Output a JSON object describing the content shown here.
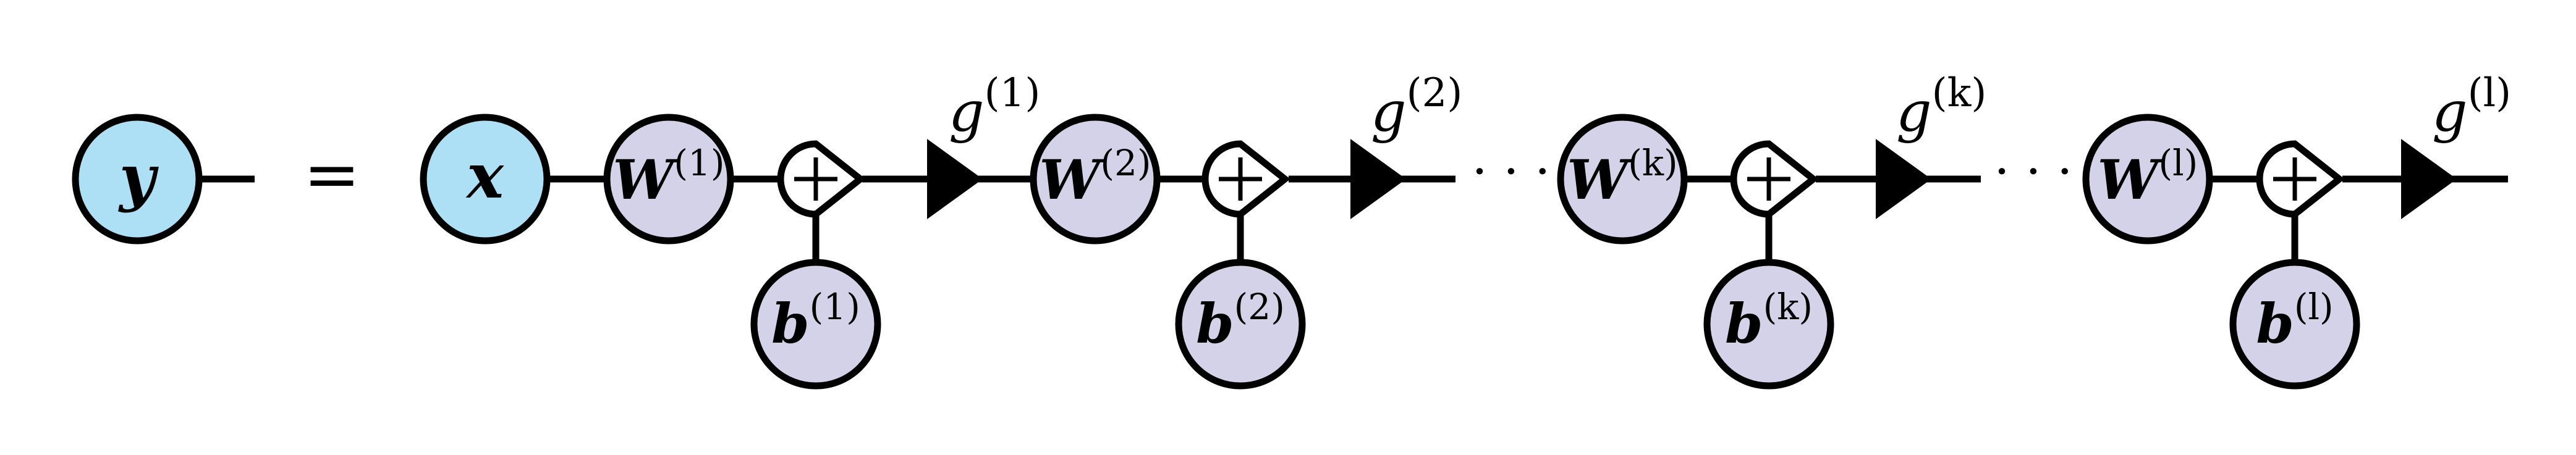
{
  "colors": {
    "io_fill": "#aee0f5",
    "param_fill": "#d4d2e8",
    "stroke": "#000000",
    "background": "#ffffff"
  },
  "output": {
    "label": "y"
  },
  "equals": "=",
  "input": {
    "label": "x"
  },
  "ellipsis": "· · ·",
  "layers": [
    {
      "weight": "W",
      "weight_sup": "(1)",
      "bias": "b",
      "bias_sup": "(1)",
      "activation": "g",
      "activation_sup": "(1)"
    },
    {
      "weight": "W",
      "weight_sup": "(2)",
      "bias": "b",
      "bias_sup": "(2)",
      "activation": "g",
      "activation_sup": "(2)"
    },
    {
      "weight": "W",
      "weight_sup": "(k)",
      "bias": "b",
      "bias_sup": "(k)",
      "activation": "g",
      "activation_sup": "(k)"
    },
    {
      "weight": "W",
      "weight_sup": "(l)",
      "bias": "b",
      "bias_sup": "(l)",
      "activation": "g",
      "activation_sup": "(l)"
    }
  ]
}
